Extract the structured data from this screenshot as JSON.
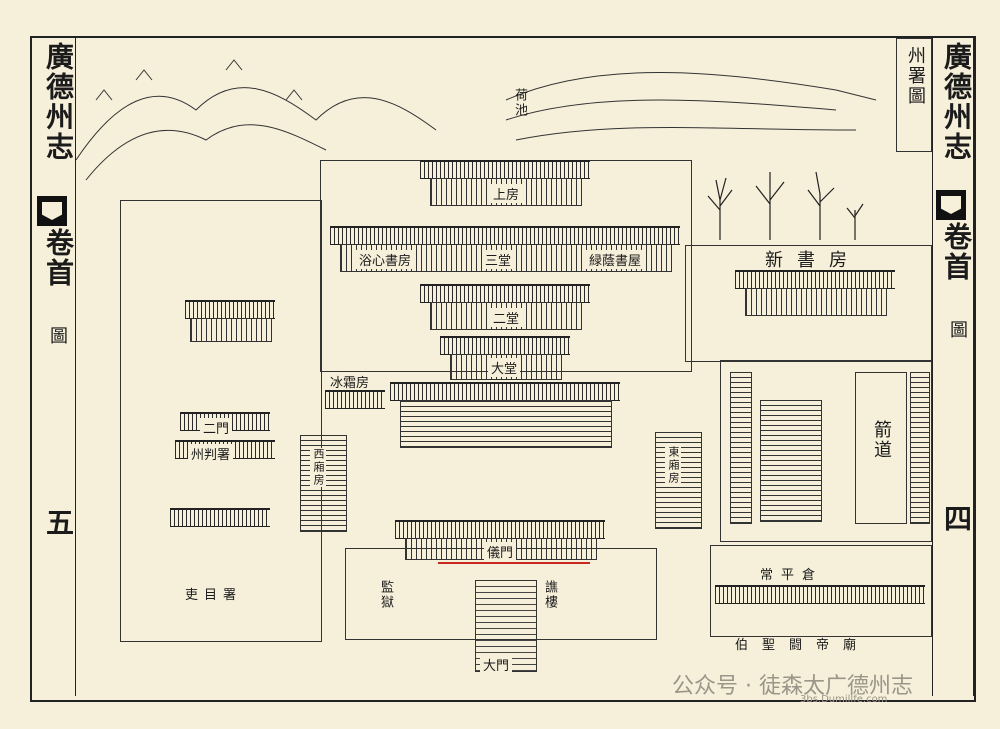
{
  "left_margin": {
    "title": "廣德州志",
    "chapter": "卷首",
    "section": "圖",
    "page_number": "五"
  },
  "right_margin": {
    "title": "廣德州志",
    "chapter": "卷首",
    "section": "圖",
    "page_number": "四"
  },
  "map_caption": "州署圖",
  "map_labels": {
    "lotus_pond": "荷池",
    "upper_room": "上房",
    "third_hall": "三堂",
    "new_study": "新書房",
    "bath_study": "浴心書房",
    "yuhun_study": "緑蔭書屋",
    "second_hall": "二堂",
    "great_hall": "大堂",
    "bingsi_room": "冰霜房",
    "ceremonial_gate": "儀門",
    "second_gate": "二門",
    "zhouji_hall": "州判署",
    "clerk_hall": "吏目署",
    "granary": "常平倉",
    "arrow_path": "箭道",
    "earth_god_temple": "伯聖闘帝廟",
    "prison": "監獄",
    "bell_tower": "譙樓",
    "east_room": "東廂房",
    "west_room": "西廂房",
    "ceremony_shed": "大門"
  },
  "watermark": {
    "text": "公众号 · 徒森太广德州志",
    "url": "3bs.Dumillfe.com"
  }
}
